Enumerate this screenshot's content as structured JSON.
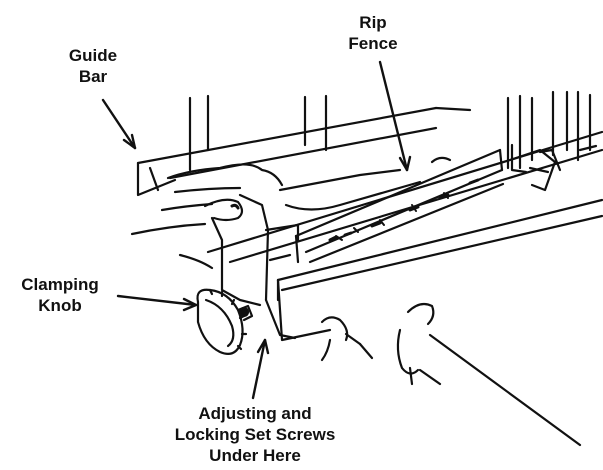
{
  "labels": {
    "guide_bar": [
      "Guide",
      "Bar"
    ],
    "rip_fence": [
      "Rip",
      "Fence"
    ],
    "clamping_knob": [
      "Clamping",
      "Knob"
    ],
    "adjusting_screws": [
      "Adjusting and",
      "Locking Set Screws",
      "Under Here"
    ]
  },
  "colors": {
    "line": "#111111",
    "background": "#ffffff"
  }
}
